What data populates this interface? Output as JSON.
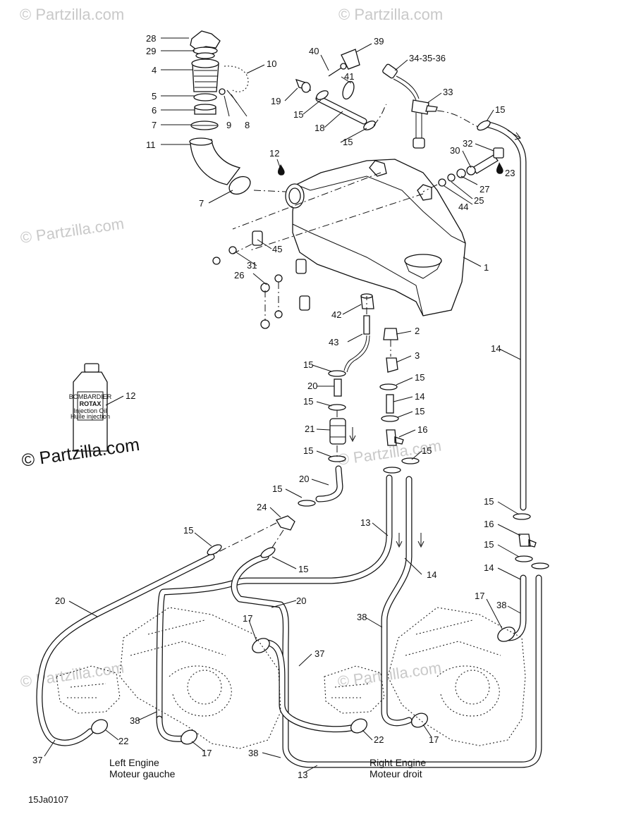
{
  "callouts": {
    "n28": "28",
    "n29": "29",
    "n4": "4",
    "n5": "5",
    "n6": "6",
    "n7a": "7",
    "n11": "11",
    "n10": "10",
    "n9": "9",
    "n8": "8",
    "n7b": "7",
    "n12a": "12",
    "n40": "40",
    "n39": "39",
    "n34": "34-35-36",
    "n19": "19",
    "n41": "41",
    "n15a": "15",
    "n18": "18",
    "n15b": "15",
    "n33": "33",
    "n15c": "15",
    "n32": "32",
    "n30": "30",
    "n23": "23",
    "n27": "27",
    "n25": "25",
    "n44": "44",
    "n1": "1",
    "n45": "45",
    "n31": "31",
    "n26": "26",
    "n42": "42",
    "n2": "2",
    "n43": "43",
    "n3": "3",
    "n15d": "15",
    "n20a": "20",
    "n15e": "15",
    "n14a": "14",
    "n15f": "15",
    "n15g": "15",
    "n21": "21",
    "n16a": "16",
    "n15h": "15",
    "n15i": "15",
    "n20b": "20",
    "n15j": "15",
    "n24": "24",
    "n15k": "15",
    "n15l": "15",
    "n13a": "13",
    "n14b": "14",
    "n14c": "14",
    "n12b": "12",
    "n15m": "15",
    "n16b": "16",
    "n15n": "15",
    "n14d": "14",
    "n17a": "17",
    "n38a": "38",
    "n20c": "20",
    "n20d": "20",
    "n17b": "17",
    "n37a": "37",
    "n38b": "38",
    "n37b": "37",
    "n22a": "22",
    "n38c": "38",
    "n17c": "17",
    "n38d": "38",
    "n22b": "22",
    "n17d": "17",
    "n13b": "13"
  },
  "captions": {
    "left_engine_en": "Left Engine",
    "left_engine_fr": "Moteur gauche",
    "right_engine_en": "Right Engine",
    "right_engine_fr": "Moteur droit",
    "drawing_code": "15Ja0107"
  },
  "bottle_label": {
    "brand": "ROTAX",
    "top": "BOMBARDIER",
    "line1": "Injection Oil",
    "line2": "Huile injection"
  },
  "watermarks": {
    "main": "© Partzilla.com",
    "faint": "© Partzilla.com"
  },
  "icons": [
    "oil-drop-icon",
    "flow-arrow-icon",
    "oil-bottle-icon",
    "engine-icon"
  ]
}
